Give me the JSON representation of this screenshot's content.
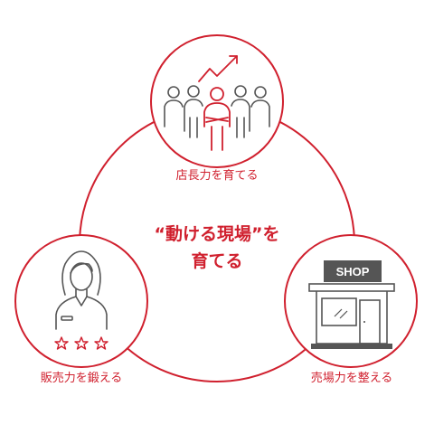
{
  "center": {
    "line1": "“動ける現場”を",
    "line2": "育てる"
  },
  "nodes": {
    "top": {
      "label": "店長力を育てる",
      "icon": "team-growth-icon"
    },
    "left": {
      "label": "販売力を鍛える",
      "icon": "staff-rating-icon"
    },
    "right": {
      "label": "売場力を整える",
      "icon": "shop-icon",
      "sign_text": "SHOP"
    }
  },
  "colors": {
    "accent": "#d0202e",
    "icon": "#555555"
  }
}
